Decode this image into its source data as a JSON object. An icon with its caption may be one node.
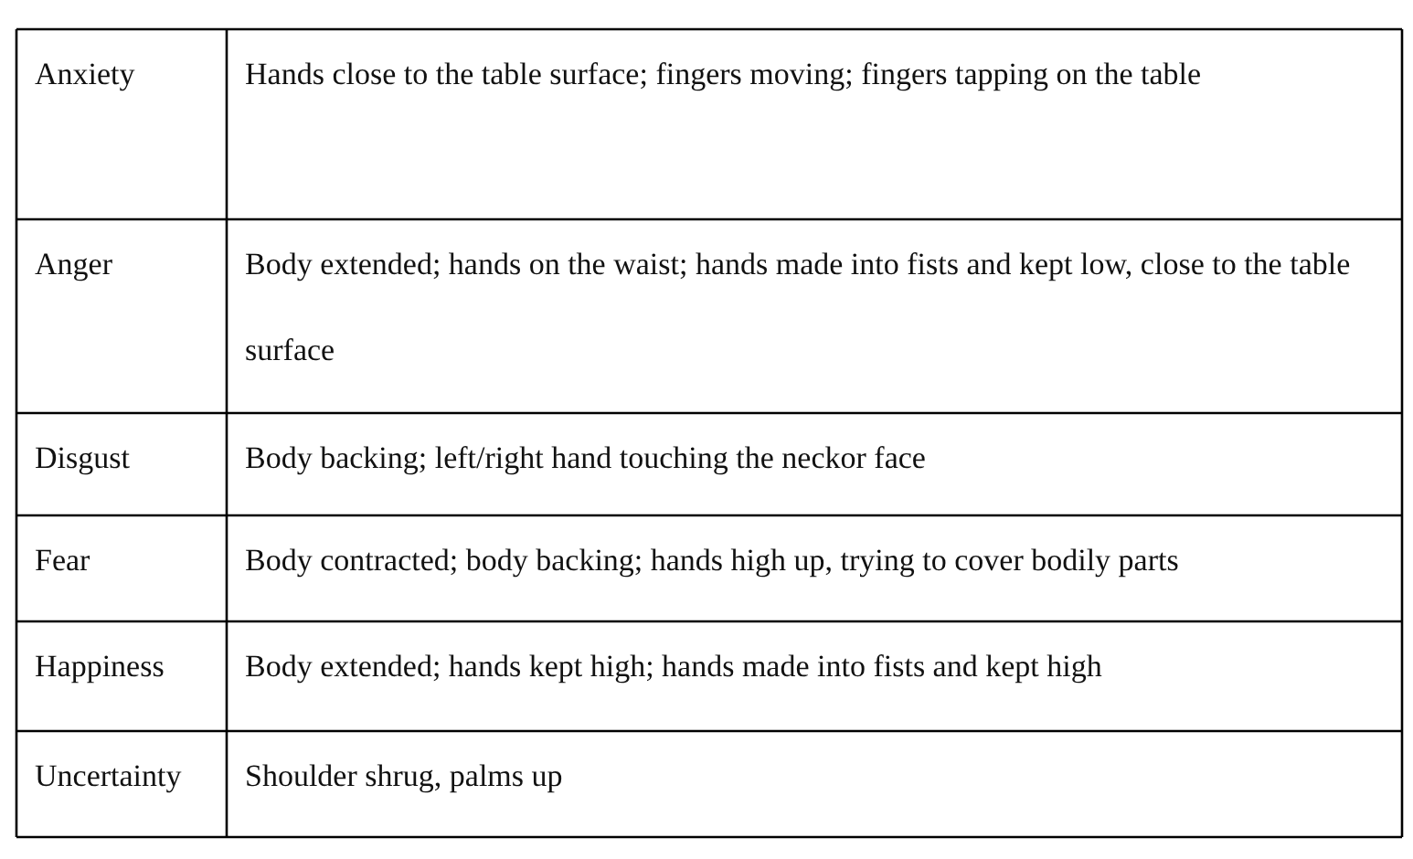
{
  "diagram": {
    "labels": [
      "Anxiety",
      "Hands close to the table surface; fingers moving; fingers tapping on the table",
      "Anger",
      "Body extended; hands on the waist; hands made into fists and kept low, close to the table surface",
      "Disgust",
      "Body backing; left/right hand touching the neckor face",
      "Fear",
      "Body contracted; body backing; hands high up, trying to cover bodily parts",
      "Happiness",
      "Body extended; hands kept high; hands made into fists and kept high",
      "Uncertainty",
      "Shoulder shrug, palms up"
    ]
  }
}
